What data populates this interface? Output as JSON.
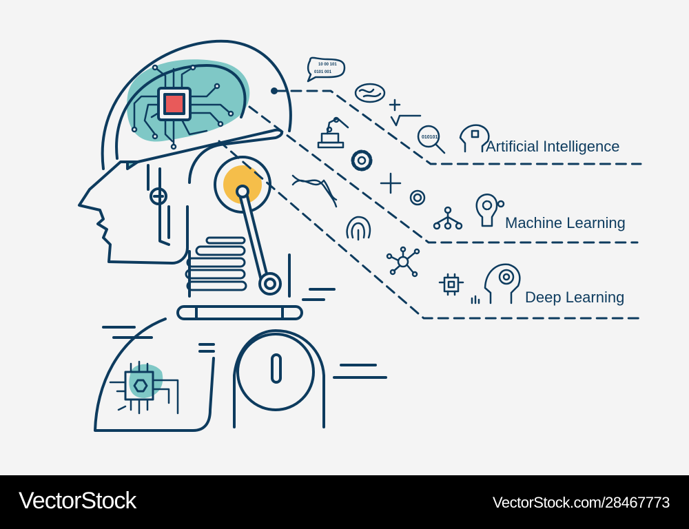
{
  "colors": {
    "line": "#0d3b5e",
    "teal": "#7fc8c6",
    "red": "#e85a5a",
    "yellow": "#f5be4a",
    "background": "#f4f4f4"
  },
  "bubble": {
    "line1": "10 00 101",
    "line2": "0101 001"
  },
  "magnifier_text": "010101",
  "labels": [
    "Artificial Intelligence",
    "Machine Learning",
    "Deep Learning"
  ],
  "icons": [
    "speech-bubble-icon",
    "brain-icon",
    "plus-icon",
    "square-root-icon",
    "magnifier-binary-icon",
    "ai-head-icon",
    "robot-arm-icon",
    "gear-icon",
    "dna-icon",
    "plus-icon",
    "spiral-icon",
    "network-tree-icon",
    "lightbulb-gears-icon",
    "fingerprint-icon",
    "molecule-network-icon",
    "chip-icon",
    "bar-chart-icon",
    "deep-learning-head-icon"
  ],
  "footer": {
    "brand": "VectorStock",
    "url": "VectorStock.com/28467773"
  }
}
